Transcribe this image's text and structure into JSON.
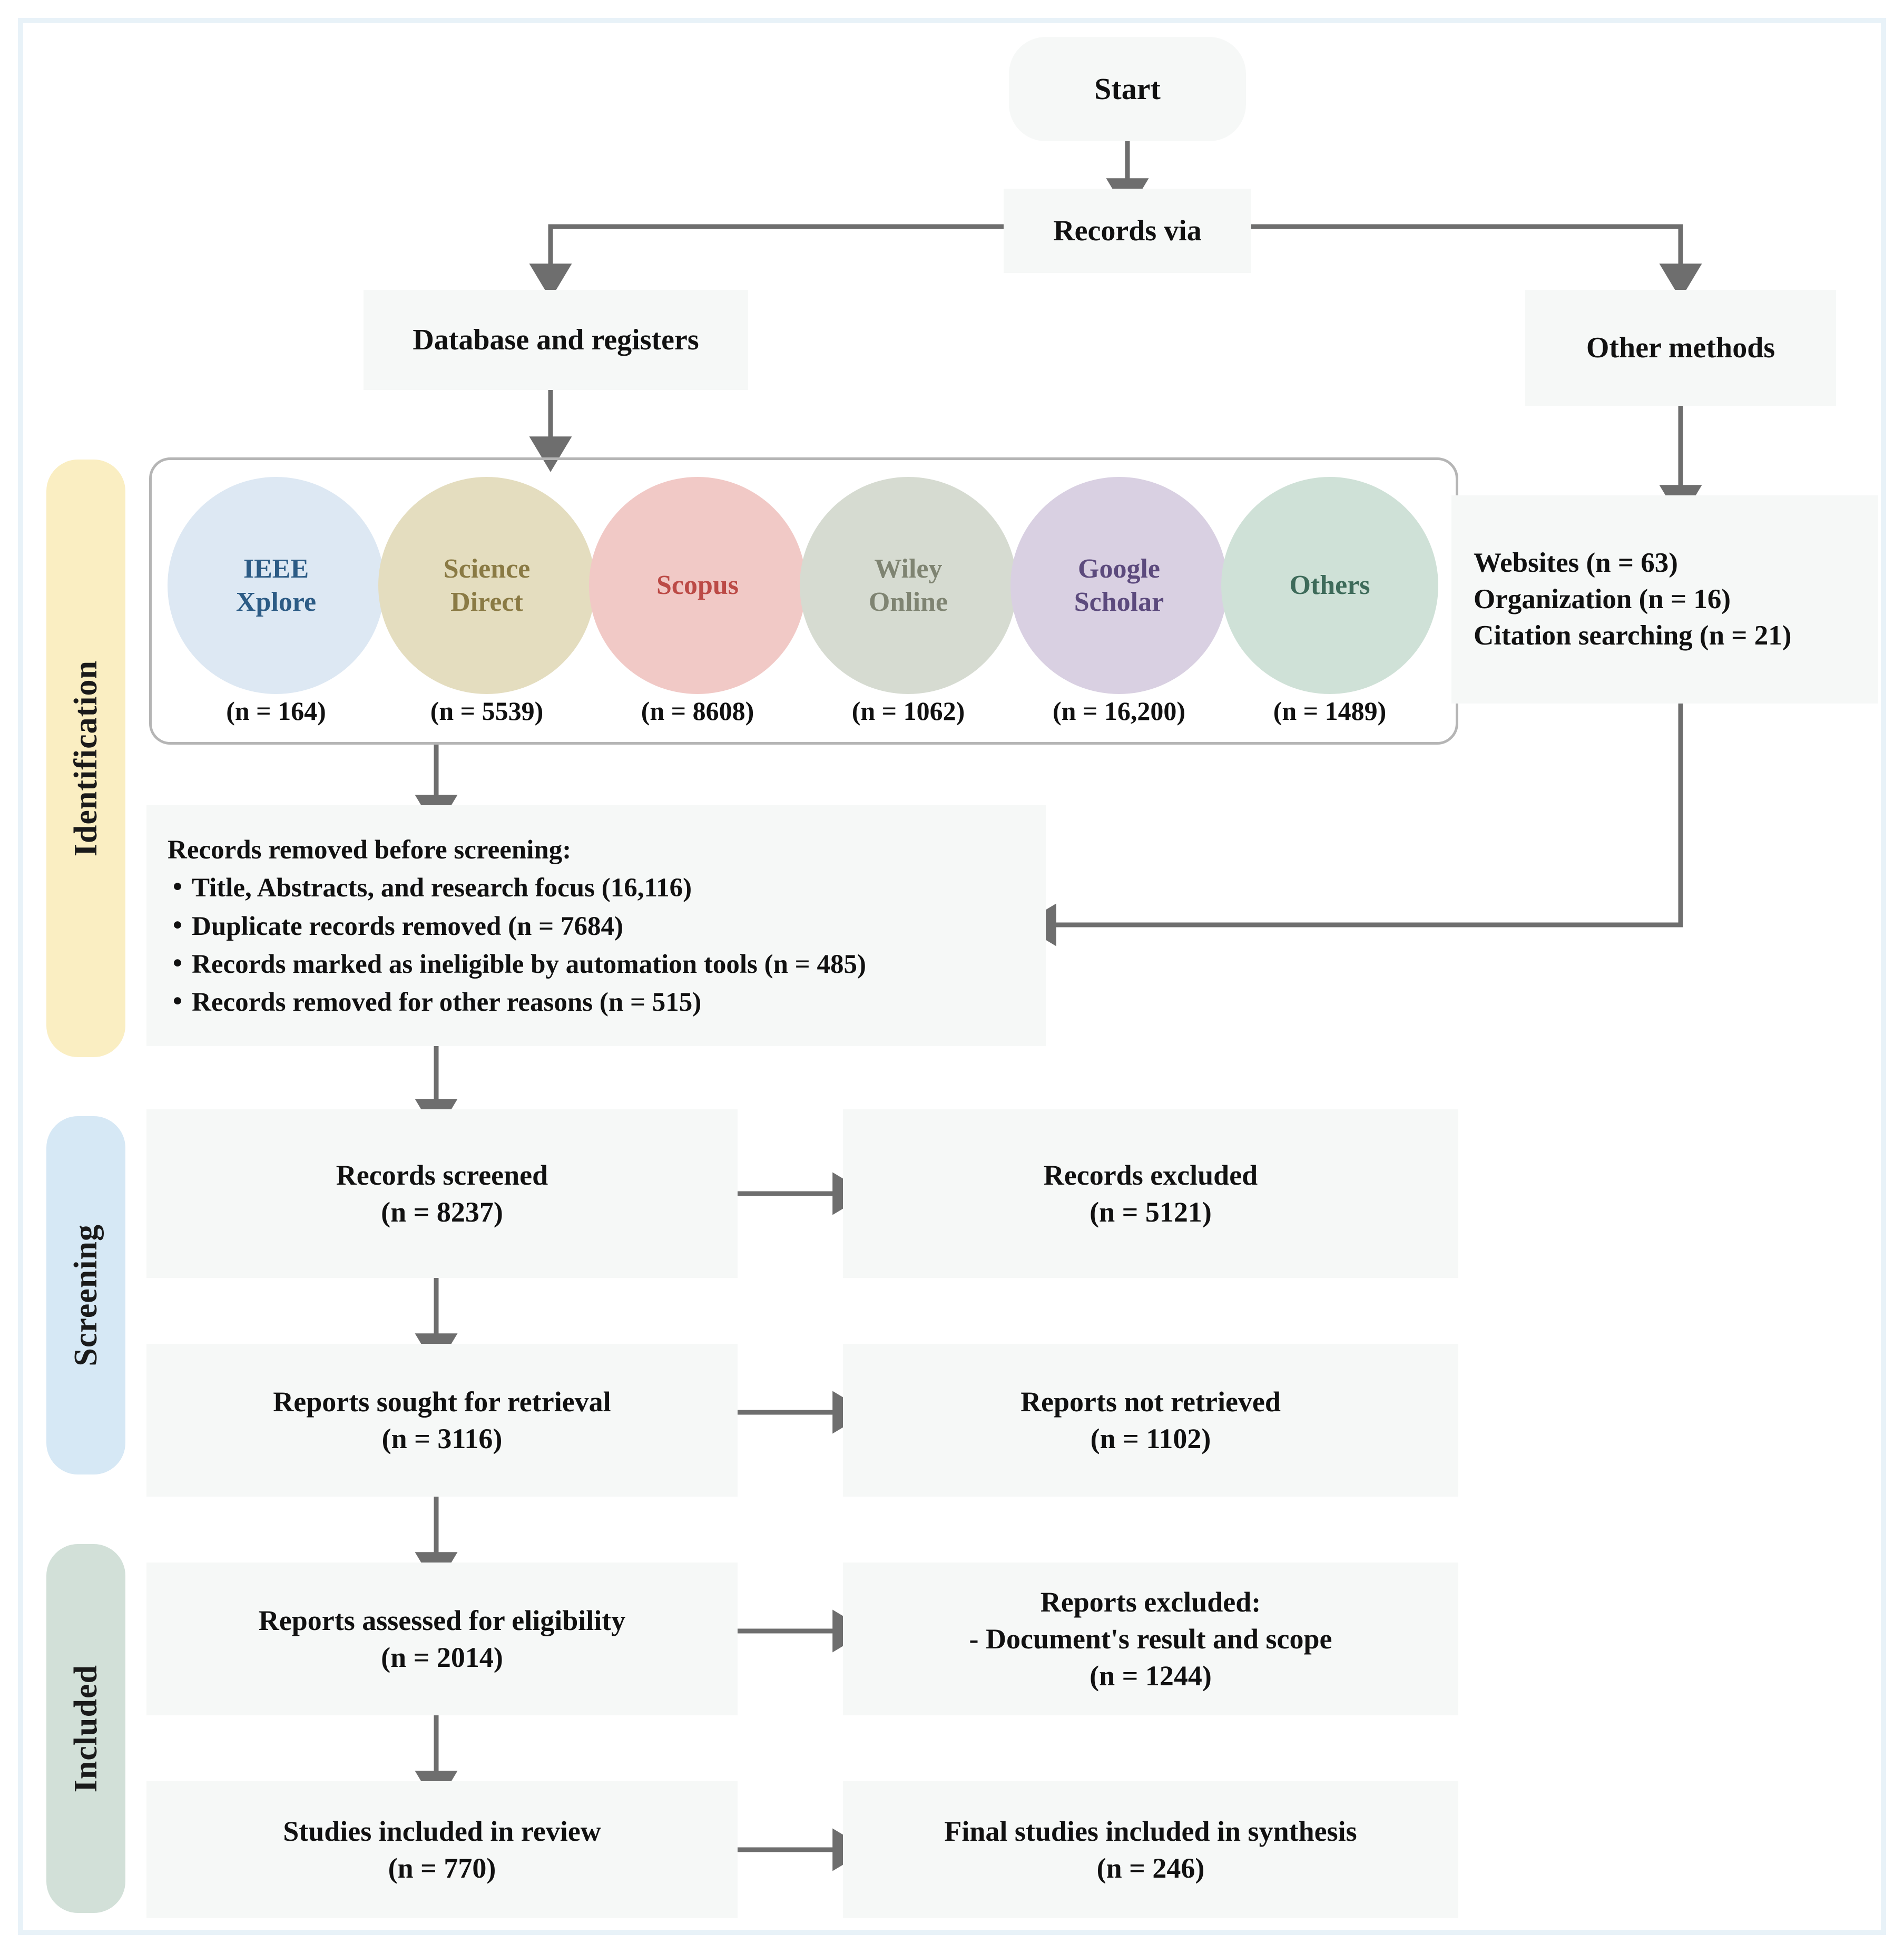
{
  "figure": {
    "type": "prisma-flow-diagram",
    "frame_color": "#e8f2f8",
    "box_fill": "#f6f8f7",
    "arrow_color": "#6e6e6e"
  },
  "nodes": {
    "start": {
      "label": "Start"
    },
    "records_via": {
      "label": "Records via"
    },
    "database_registers": {
      "label": "Database and registers"
    },
    "other_methods": {
      "label": "Other methods"
    },
    "other_sources": {
      "lines": [
        "Websites (n = 63)",
        "Organization (n = 16)",
        "Citation searching (n = 21)"
      ]
    },
    "records_removed": {
      "heading": "Records removed before screening:",
      "bullets": [
        "Title, Abstracts, and research focus (16,116)",
        "Duplicate records removed (n = 7684)",
        "Records marked as ineligible by automation tools (n = 485)",
        "Records removed for other reasons (n = 515)"
      ]
    },
    "records_screened": {
      "title": "Records screened",
      "count": "(n = 8237)"
    },
    "records_excluded": {
      "title": "Records excluded",
      "count": "(n = 5121)"
    },
    "reports_sought": {
      "title": "Reports sought for retrieval",
      "count": "(n = 3116)"
    },
    "reports_not_retrieved": {
      "title": "Reports not retrieved",
      "count": "(n = 1102)"
    },
    "reports_assessed": {
      "title": "Reports assessed for eligibility",
      "count": "(n = 2014)"
    },
    "reports_excluded": {
      "title": "Reports excluded:",
      "reason": "- Document's result and scope",
      "count": "(n = 1244)"
    },
    "studies_included": {
      "title": "Studies included in review",
      "count": "(n = 770)"
    },
    "final_studies": {
      "title": "Final studies included in synthesis",
      "count": "(n = 246)"
    }
  },
  "phase_bands": [
    {
      "label": "Identification",
      "color": "#faeec2"
    },
    {
      "label": "Screening",
      "color": "#d6e8f5"
    },
    {
      "label": "Included",
      "color": "#d2e0d8"
    }
  ],
  "sources": [
    {
      "name_line1": "IEEE",
      "name_line2": "Xplore",
      "count": "(n = 164)",
      "fill": "#dde8f3",
      "text_color": "#2c5b85"
    },
    {
      "name_line1": "Science",
      "name_line2": "Direct",
      "count": "(n = 5539)",
      "fill": "#e4ddbf",
      "text_color": "#8a7a44"
    },
    {
      "name_line1": "Scopus",
      "name_line2": "",
      "count": "(n = 8608)",
      "fill": "#f1c9c6",
      "text_color": "#bc4a46"
    },
    {
      "name_line1": "Wiley",
      "name_line2": "Online",
      "count": "(n = 1062)",
      "fill": "#d6dbd1",
      "text_color": "#7f8472"
    },
    {
      "name_line1": "Google",
      "name_line2": "Scholar",
      "count": "(n = 16,200)",
      "fill": "#d9d0e2",
      "text_color": "#5c4a7d"
    },
    {
      "name_line1": "Others",
      "name_line2": "",
      "count": "(n = 1489)",
      "fill": "#cfe1d7",
      "text_color": "#3e6b5a"
    }
  ],
  "chart_data": {
    "type": "flow",
    "title": "PRISMA records selection flow",
    "stages": [
      {
        "stage": "IEEE Xplore",
        "n": 164
      },
      {
        "stage": "Science Direct",
        "n": 5539
      },
      {
        "stage": "Scopus",
        "n": 8608
      },
      {
        "stage": "Wiley Online",
        "n": 1062
      },
      {
        "stage": "Google Scholar",
        "n": 16200
      },
      {
        "stage": "Others",
        "n": 1489
      },
      {
        "stage": "Websites",
        "n": 63
      },
      {
        "stage": "Organization",
        "n": 16
      },
      {
        "stage": "Citation searching",
        "n": 21
      },
      {
        "stage": "Removed: Title, Abstracts, and research focus",
        "n": 16116
      },
      {
        "stage": "Removed: Duplicate records",
        "n": 7684
      },
      {
        "stage": "Removed: Ineligible by automation tools",
        "n": 485
      },
      {
        "stage": "Removed: Other reasons",
        "n": 515
      },
      {
        "stage": "Records screened",
        "n": 8237
      },
      {
        "stage": "Records excluded",
        "n": 5121
      },
      {
        "stage": "Reports sought for retrieval",
        "n": 3116
      },
      {
        "stage": "Reports not retrieved",
        "n": 1102
      },
      {
        "stage": "Reports assessed for eligibility",
        "n": 2014
      },
      {
        "stage": "Reports excluded (Document's result and scope)",
        "n": 1244
      },
      {
        "stage": "Studies included in review",
        "n": 770
      },
      {
        "stage": "Final studies included in synthesis",
        "n": 246
      }
    ]
  }
}
